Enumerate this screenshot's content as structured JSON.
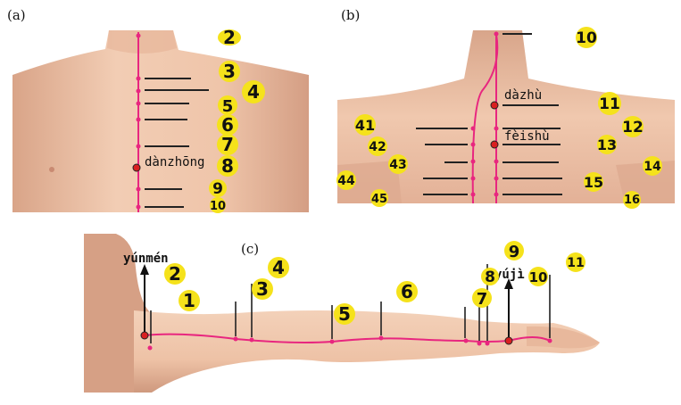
{
  "panels": {
    "a": {
      "label": "(a)",
      "badges": [
        "2",
        "3",
        "4",
        "5",
        "6",
        "7",
        "8",
        "9",
        "10"
      ],
      "point_label": "dànzhōng"
    },
    "b": {
      "label": "(b)",
      "badges": [
        "10",
        "11",
        "12",
        "13",
        "14",
        "15",
        "16",
        "41",
        "42",
        "43",
        "44",
        "45"
      ],
      "labels": [
        "dàzhù",
        "fèishù"
      ]
    },
    "c": {
      "label": "(c)",
      "badges": [
        "1",
        "2",
        "3",
        "4",
        "5",
        "6",
        "7",
        "8",
        "9",
        "10",
        "11"
      ],
      "labels": [
        "yúnmén",
        "yújì"
      ]
    }
  },
  "colors": {
    "skin": "#efc7ad",
    "skin_shadow": "#d9a488",
    "meridian": "#e8267f",
    "acupoint_marker": "#d92020",
    "badge": "#f5e21b",
    "tick": "#222222"
  }
}
